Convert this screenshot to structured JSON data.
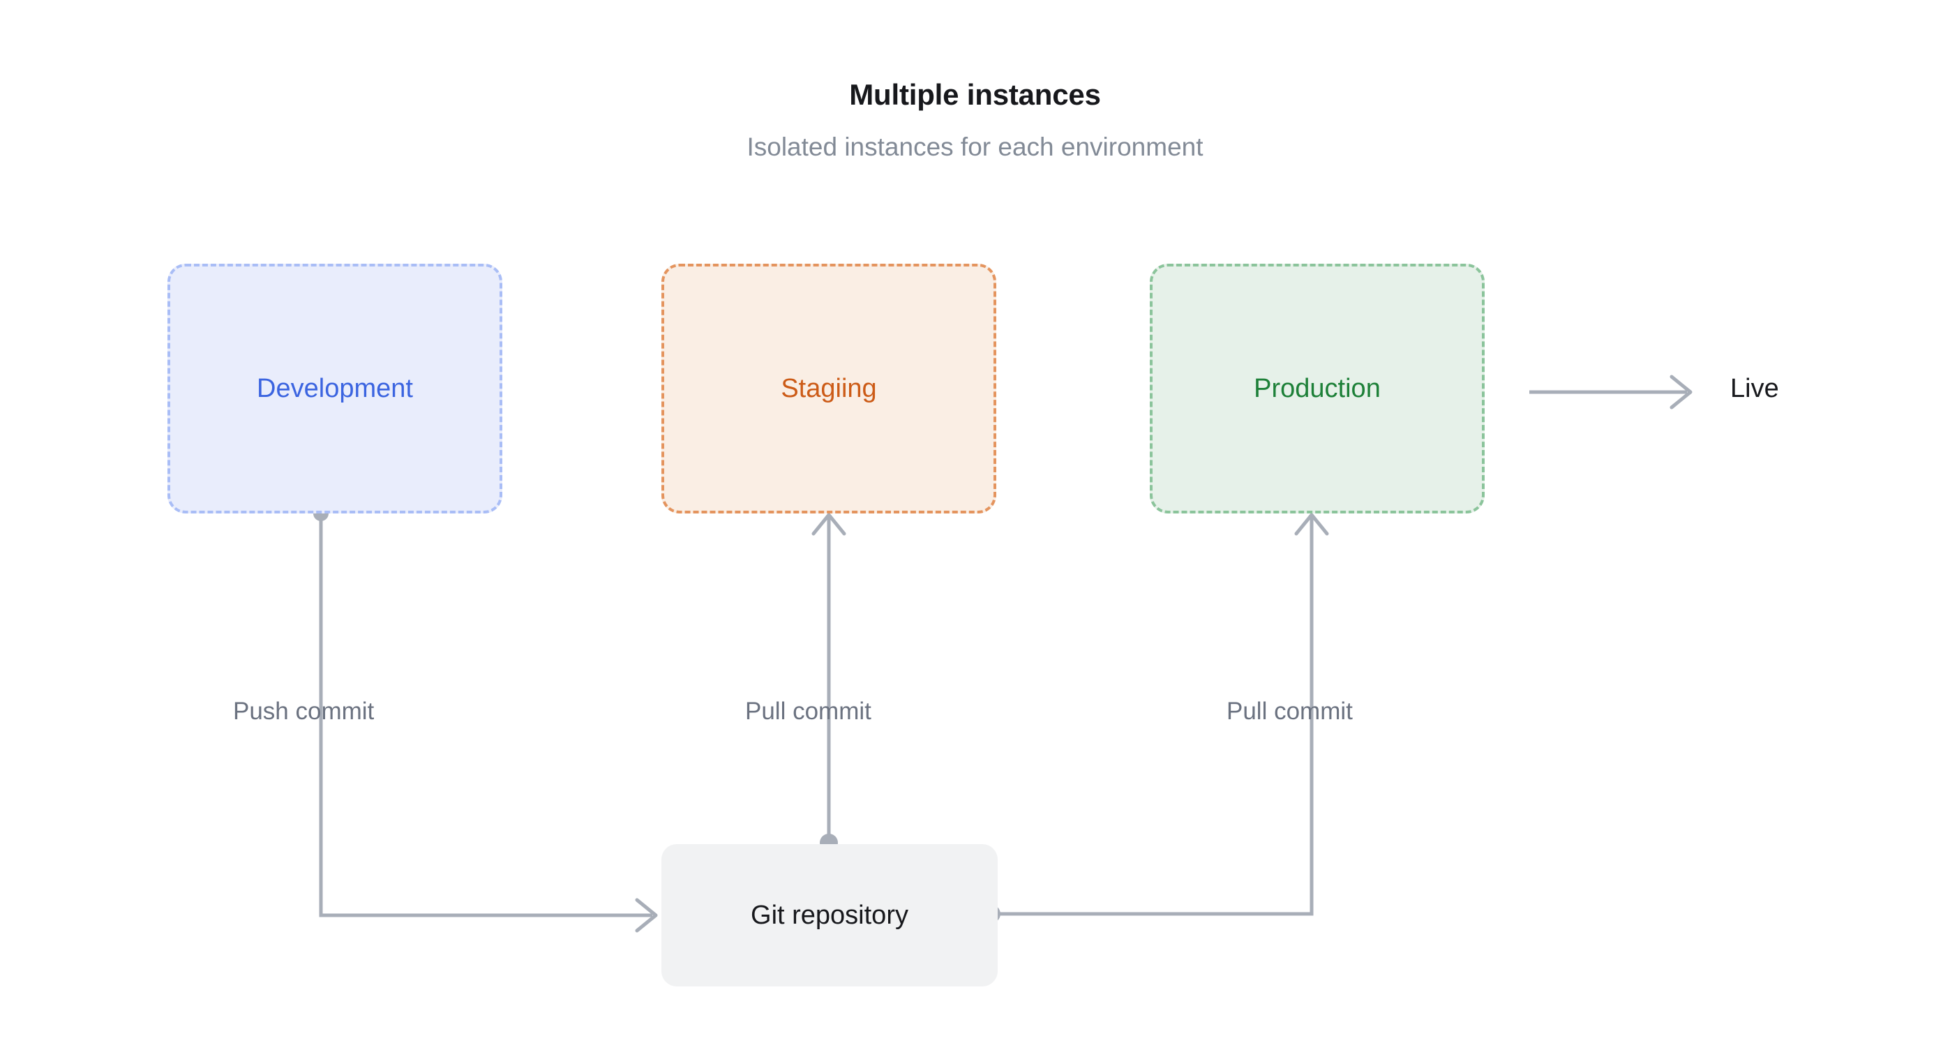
{
  "header": {
    "title": "Multiple instances",
    "subtitle": "Isolated instances for each environment"
  },
  "environments": [
    {
      "id": "development",
      "label": "Development",
      "text_color": "#3b64e0",
      "border_color": "#a9bdf6",
      "fill_color": "#e9edfc",
      "border_style": "dashed"
    },
    {
      "id": "staging",
      "label": "Stagiing",
      "text_color": "#cc5b17",
      "border_color": "#e4945e",
      "fill_color": "#faeee4",
      "border_style": "dashed"
    },
    {
      "id": "production",
      "label": "Production",
      "text_color": "#1d8038",
      "border_color": "#8bc49b",
      "fill_color": "#e6f1e9",
      "border_style": "dashed"
    }
  ],
  "repository": {
    "label": "Git repository",
    "fill_color": "#f1f2f3"
  },
  "live": {
    "label": "Live"
  },
  "edges": [
    {
      "id": "push-commit",
      "label": "Push commit",
      "from": "development",
      "to": "repository"
    },
    {
      "id": "pull-commit-staging",
      "label": "Pull commit",
      "from": "repository",
      "to": "staging"
    },
    {
      "id": "pull-commit-production",
      "label": "Pull commit",
      "from": "repository",
      "to": "production"
    },
    {
      "id": "production-live",
      "label": "",
      "from": "production",
      "to": "live"
    }
  ],
  "colors": {
    "connector": "#a8aeb8",
    "edge_label": "#6b7280",
    "title": "#17181c",
    "subtitle": "#828a96",
    "background": "#ffffff"
  }
}
